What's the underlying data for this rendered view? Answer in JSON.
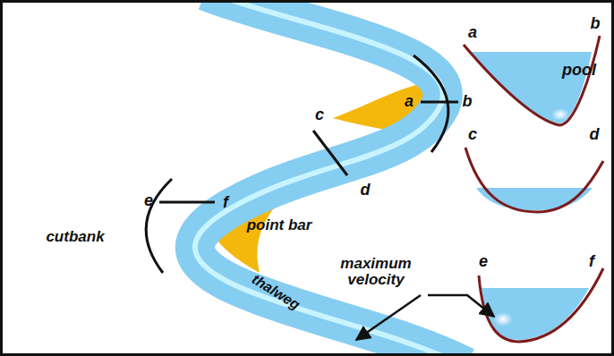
{
  "diagram": {
    "labels": [
      "a",
      "b",
      "a",
      "b",
      "pool",
      "c",
      "c",
      "d",
      "d",
      "e",
      "f",
      "e",
      "f",
      "point bar",
      "cutbank",
      "maximum velocity",
      "thalweg"
    ]
  }
}
